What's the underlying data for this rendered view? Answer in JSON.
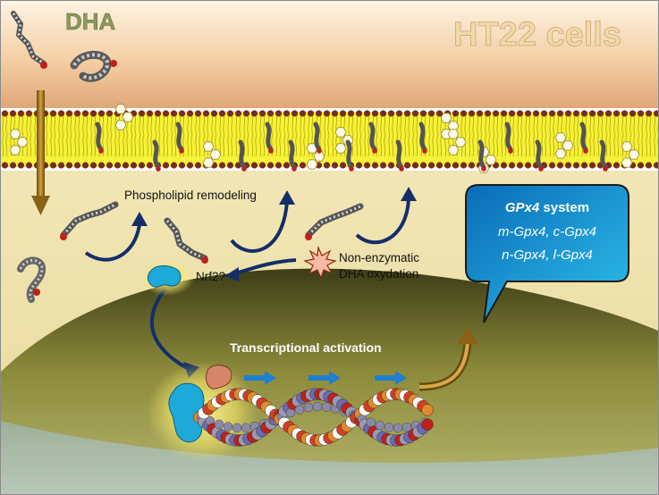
{
  "title": "HT22 cells",
  "dha_label": "DHA",
  "labels": {
    "phospholipid_remodeling": "Phospholipid remodeling",
    "nrf2": "Nrf2?",
    "non_enzymatic_line1": "Non-enzymatic",
    "non_enzymatic_line2": "DHA oxydation",
    "transcriptional_activation": "Transcriptional activation"
  },
  "gpx4_box": {
    "title_italic": "GPx4",
    "title_rest": " system",
    "line1": "m-Gpx4, c-Gpx4",
    "line2": "n-Gpx4, l-Gpx4"
  },
  "colors": {
    "title": "#f3d9a8",
    "dha_label": "#8a9a5b",
    "membrane": "#f5f23a",
    "arrow": "#142e68",
    "callout": "#0a7fc6",
    "nucleus": "#4a4a1c"
  }
}
